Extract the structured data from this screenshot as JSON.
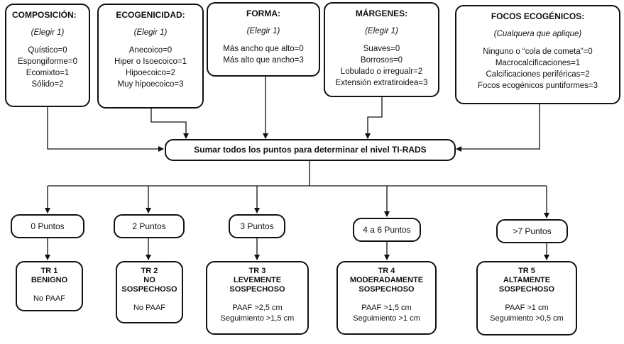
{
  "categories": [
    {
      "title": "COMPOSICIÓN:",
      "instruction": "(Elegir 1)",
      "options": [
        "Quístico=0",
        "Espongiforme=0",
        "Ecomixto=1",
        "Sólido=2"
      ]
    },
    {
      "title": "ECOGENICIDAD:",
      "instruction": "(Elegir 1)",
      "options": [
        "Anecoico=0",
        "Hiper o Isoecoico=1",
        "Hipoecoico=2",
        "Muy hipoecoico=3"
      ]
    },
    {
      "title": "FORMA:",
      "instruction": "(Elegir 1)",
      "options": [
        "Más ancho que alto=0",
        "Más alto que ancho=3"
      ]
    },
    {
      "title": "MÁRGENES:",
      "instruction": "(Elegir 1)",
      "options": [
        "Suaves=0",
        "Borrosos=0",
        "Lobulado o irregualr=2",
        "Extensión extratiroidea=3"
      ]
    },
    {
      "title": "FOCOS ECOGÉNICOS:",
      "instruction": "(Cualquera que aplique)",
      "options": [
        "Ninguno o “cola de cometa”=0",
        "Macrocalcificaciones=1",
        "Calcificaciones periféricas=2",
        "Focos ecogénicos puntiformes=3"
      ]
    }
  ],
  "sum_box": "Sumar todos los puntos para determinar el nivel TI-RADS",
  "levels": [
    {
      "points": "0 Puntos",
      "tr": "TR 1",
      "desc": [
        "BENIGNO"
      ],
      "rec": [
        "No PAAF"
      ]
    },
    {
      "points": "2 Puntos",
      "tr": "TR 2",
      "desc": [
        "NO",
        "SOSPECHOSO"
      ],
      "rec": [
        "No PAAF"
      ]
    },
    {
      "points": "3 Puntos",
      "tr": "TR 3",
      "desc": [
        "LEVEMENTE",
        "SOSPECHOSO"
      ],
      "rec": [
        "PAAF >2,5 cm",
        "Seguimiento >1,5 cm"
      ]
    },
    {
      "points": "4 a 6 Puntos",
      "tr": "TR 4",
      "desc": [
        "MODERADAMENTE",
        "SOSPECHOSO"
      ],
      "rec": [
        "PAAF >1,5 cm",
        "Seguimiento >1 cm"
      ]
    },
    {
      "points": ">7 Puntos",
      "tr": "TR 5",
      "desc": [
        "ALTAMENTE",
        "SOSPECHOSO"
      ],
      "rec": [
        "PAAF >1 cm",
        "Seguimiento >0,5 cm"
      ]
    }
  ]
}
